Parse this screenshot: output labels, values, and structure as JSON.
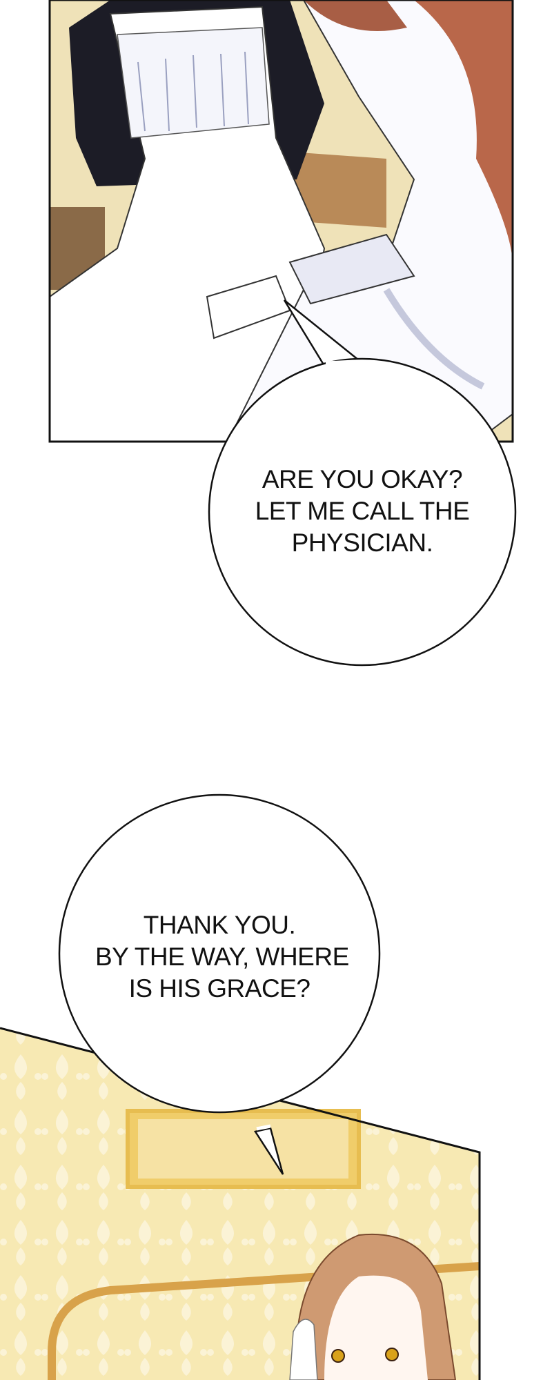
{
  "panels": [
    {
      "scene": "maid-helping-woman",
      "colors": {
        "apron": "#ffffff",
        "dress": "#1a1a24",
        "hair": "#b9674a",
        "wall": "#f3e6b8",
        "shade": "#c5c8dc"
      }
    },
    {
      "scene": "woman-holding-head",
      "colors": {
        "wall": "#f7e9b0",
        "frame": "#f0cd6a",
        "hair": "#cf9a72",
        "eyes": "#d9a21b"
      }
    }
  ],
  "bubbles": [
    {
      "lines": [
        "ARE YOU OKAY?",
        "LET ME CALL THE",
        "PHYSICIAN."
      ]
    },
    {
      "lines": [
        "THANK YOU.",
        "BY THE WAY, WHERE",
        "IS HIS GRACE?"
      ]
    }
  ]
}
